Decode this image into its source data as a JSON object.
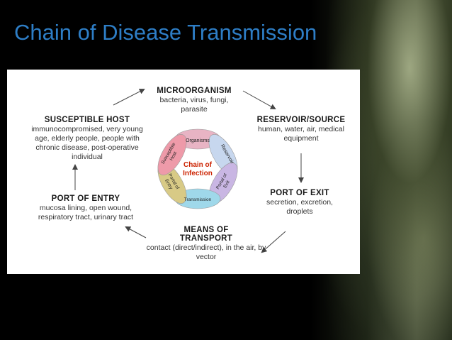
{
  "title": "Chain of Disease Transmission",
  "nodes": {
    "microorganism": {
      "head": "MICROORGANISM",
      "desc": "bacteria, virus, fungi, parasite"
    },
    "reservoir": {
      "head": "RESERVOIR/SOURCE",
      "desc": "human, water, air, medical equipment"
    },
    "port_exit": {
      "head": "PORT OF EXIT",
      "desc": "secretion, excretion, droplets"
    },
    "transport": {
      "head": "MEANS OF TRANSPORT",
      "desc": "contact (direct/indirect), in the air, by vector"
    },
    "port_entry": {
      "head": "PORT OF ENTRY",
      "desc": "mucosa lining, open wound, respiratory tract, urinary tract"
    },
    "susceptible": {
      "head": "SUSCEPTIBLE HOST",
      "desc": "immunocompromised, very young age, elderly people, people with chronic disease, post-operative individual"
    }
  },
  "wheel": {
    "center_line1": "Chain of",
    "center_line2": "Infection",
    "segments": {
      "organisms": "Organisms",
      "reservoir": "Reservoir",
      "portal_exit_1": "Portal of",
      "portal_exit_2": "Exit",
      "transmission": "Transmission",
      "portal_entry_1": "Portal of",
      "portal_entry_2": "Entry",
      "susceptible_1": "Susceptible",
      "susceptible_2": "Host"
    },
    "colors": {
      "organisms": "#e8b4c4",
      "reservoir": "#c7d7ee",
      "portal_exit": "#c9b6e3",
      "transmission": "#9fd8ea",
      "portal_entry": "#d8ca86",
      "susceptible": "#ee9aa9"
    }
  },
  "colors": {
    "title": "#2e7ec6",
    "center_text": "#cc2200"
  }
}
